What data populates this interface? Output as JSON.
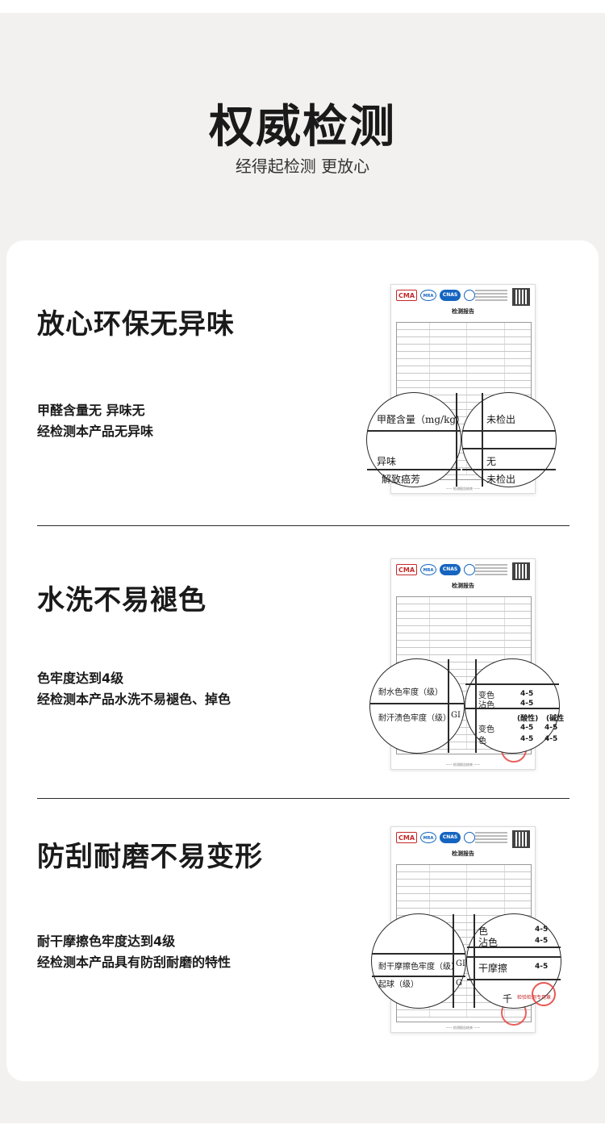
{
  "header": {
    "title": "权威检测",
    "subtitle": "经得起检测 更放心"
  },
  "report": {
    "title": "检测报告",
    "logos": [
      "CMA",
      "ilac-MRA",
      "CNAS"
    ],
    "footer": "—— 检测报告结束 ——"
  },
  "sections": [
    {
      "heading": "放心环保无异味",
      "desc_line1": "甲醛含量无 异味无",
      "desc_line2": "经检测本产品无异味",
      "lens_left": {
        "row1": "甲醛含量（mg/kg）",
        "row2": "异味",
        "row3": "解致癌芳"
      },
      "lens_right": {
        "row1": "未检出",
        "row2": "无",
        "row3": "未检出"
      }
    },
    {
      "heading": "水洗不易褪色",
      "desc_line1": "色牢度达到4级",
      "desc_line2": "经检测本产品水洗不易褪色、掉色",
      "lens_left": {
        "row1": "耐水色牢度（级）",
        "row2": "耐汗渍色牢度（级）",
        "row2_tail": "GI"
      },
      "lens_right": {
        "a1": "变色",
        "a2": "4-5",
        "b1": "沾色",
        "b2": "4-5",
        "c1": "(酸性)",
        "c2": "(碱性",
        "d1": "变色",
        "d2": "4-5",
        "d3": "4-5",
        "e1": "色",
        "e2": "4-5",
        "e3": "4-5"
      }
    },
    {
      "heading": "防刮耐磨不易变形",
      "desc_line1": "耐干摩擦色牢度达到4级",
      "desc_line2": "经检测本产品具有防刮耐磨的特性",
      "lens_left": {
        "row1": "耐干摩擦色牢度（级）",
        "row1_tail": "GI",
        "row2": "起球（级）",
        "row2_tail": "G"
      },
      "lens_right": {
        "a1": "色",
        "a2": "4-5",
        "b1": "沾色",
        "b2": "4-5",
        "c1": "干摩擦",
        "c2": "4-5",
        "d1": "千",
        "d2": "检验检测专用章"
      }
    }
  ]
}
